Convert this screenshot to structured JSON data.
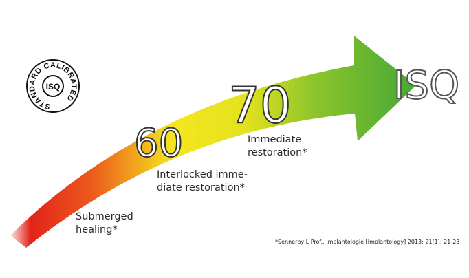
{
  "badge": {
    "ring_text": "STANDARD CALIBRATED",
    "center_text": "ISQ"
  },
  "values": {
    "v60": "60",
    "v70": "70",
    "unit": "ISQ"
  },
  "labels": {
    "submerged_1": "Submerged",
    "submerged_2": "healing*",
    "interlocked_1": "Interlocked imme-",
    "interlocked_2": "diate restoration*",
    "immediate_1": "Immediate",
    "immediate_2": "restoration*"
  },
  "reference": "*Sennerby L Prof., Implantologie [Implantology] 2013; 21(1): 21-23",
  "colors": {
    "red": "#e2231a",
    "yellow": "#f5e61e",
    "green": "#4aaa35"
  }
}
